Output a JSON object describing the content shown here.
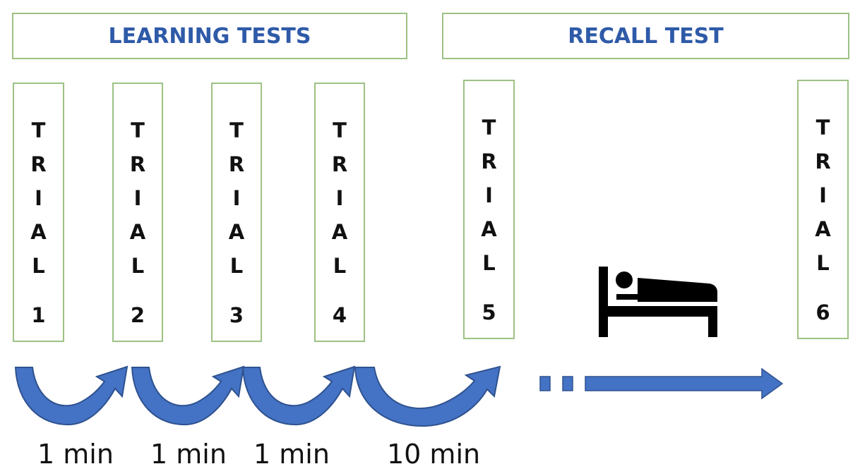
{
  "headers": {
    "learning": "LEARNING TESTS",
    "recall": "RECALL TEST"
  },
  "trials": [
    {
      "letters": [
        "T",
        "R",
        "I",
        "A",
        "L"
      ],
      "number": "1"
    },
    {
      "letters": [
        "T",
        "R",
        "I",
        "A",
        "L"
      ],
      "number": "2"
    },
    {
      "letters": [
        "T",
        "R",
        "I",
        "A",
        "L"
      ],
      "number": "3"
    },
    {
      "letters": [
        "T",
        "R",
        "I",
        "A",
        "L"
      ],
      "number": "4"
    },
    {
      "letters": [
        "T",
        "R",
        "I",
        "A",
        "L"
      ],
      "number": "5"
    },
    {
      "letters": [
        "T",
        "R",
        "I",
        "A",
        "L"
      ],
      "number": "6"
    }
  ],
  "intervals": [
    "1 min",
    "1 min",
    "1 min",
    "10 min"
  ],
  "icons": {
    "sleep": "bed-sleep-icon",
    "delay": "dashed-arrow-icon"
  },
  "colors": {
    "box_border": "#9dc183",
    "header_text": "#2e5aa8",
    "arrow_fill": "#4472c4",
    "arrow_stroke": "#2f528f",
    "icon_fill": "#000000"
  }
}
